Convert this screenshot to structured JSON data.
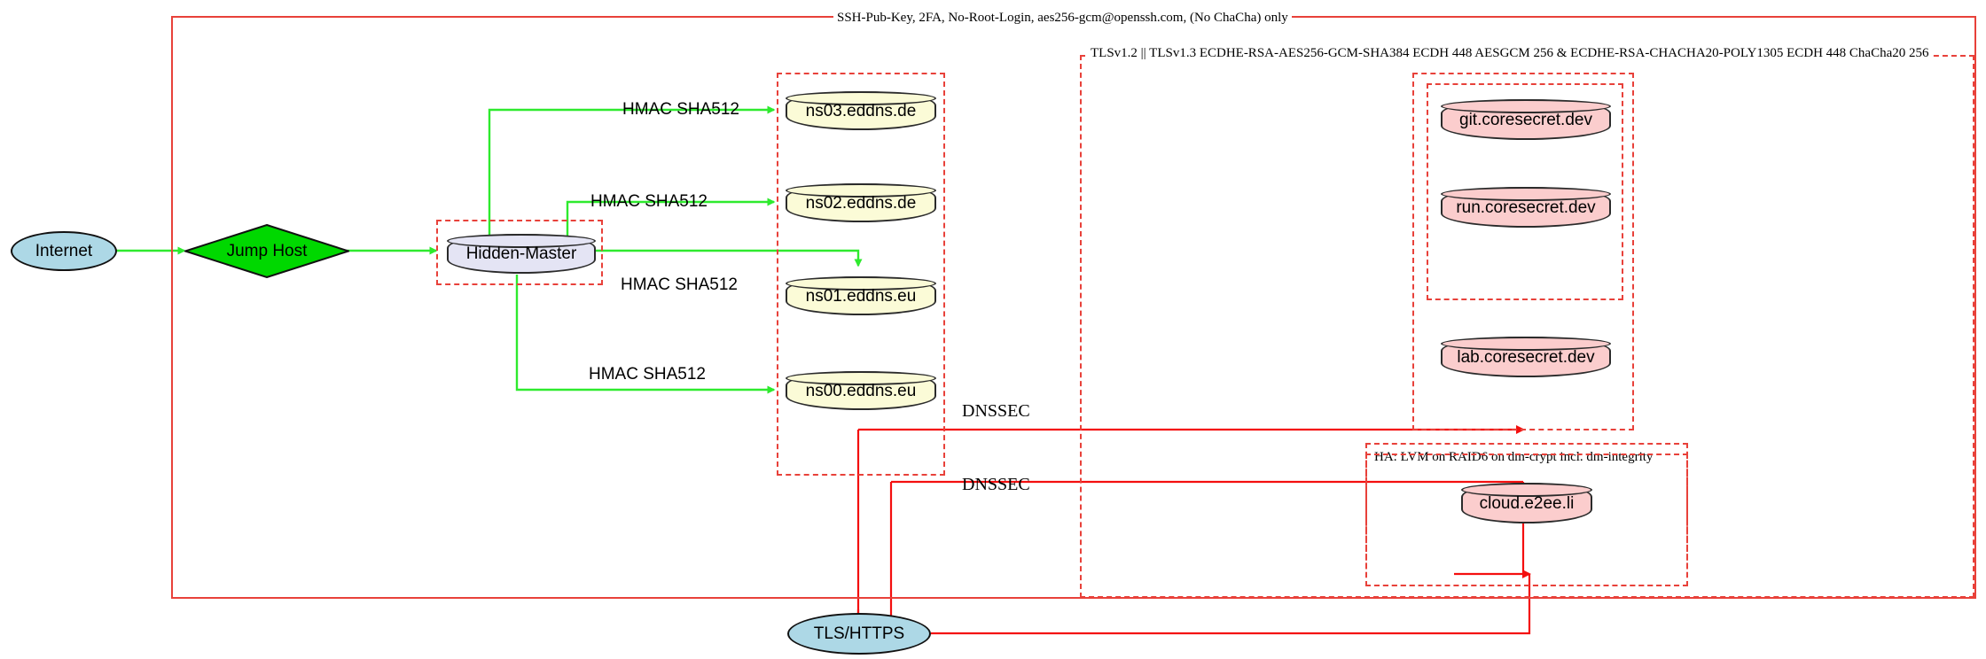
{
  "diagram": {
    "title_label": "SSH-Pub-Key, 2FA, No-Root-Login, aes256-gcm@openssh.com, (No ChaCha) only",
    "colors": {
      "cluster_border": "#e8413a",
      "hmac_edge": "#2eea2e",
      "dnssec_edge": "#f40f0f",
      "internet_fill": "#add8e6",
      "jumphost_fill": "#00d800",
      "dns_fill": "#fbfbd7",
      "service_fill": "#fbcdcd",
      "master_fill": "#e4e4f4"
    }
  },
  "clusters": {
    "ssh": {
      "label": "SSH-Pub-Key, 2FA, No-Root-Login, aes256-gcm@openssh.com, (No ChaCha) only"
    },
    "tls": {
      "label": "TLSv1.2 || TLSv1.3 ECDHE-RSA-AES256-GCM-SHA384 ECDH 448 AESGCM 256 & ECDHE-RSA-CHACHA20-POLY1305 ECDH 448 ChaCha20 256"
    },
    "ha": {
      "label": "HA: LVM on RAID6 on dm-crypt incl. dm-integrity"
    },
    "hidden_master": {
      "label": ""
    },
    "dns_zone": {
      "label": ""
    },
    "coresecret": {
      "label": ""
    },
    "coresecret_inner": {
      "label": ""
    },
    "cloud_zone": {
      "label": ""
    }
  },
  "nodes": {
    "internet": {
      "label": "Internet",
      "shape": "ellipse"
    },
    "jump_host": {
      "label": "Jump Host",
      "shape": "diamond"
    },
    "hidden_master": {
      "label": "Hidden-Master",
      "shape": "cylinder"
    },
    "ns03": {
      "label": "ns03.eddns.de",
      "shape": "cylinder"
    },
    "ns02": {
      "label": "ns02.eddns.de",
      "shape": "cylinder"
    },
    "ns01": {
      "label": "ns01.eddns.eu",
      "shape": "cylinder"
    },
    "ns00": {
      "label": "ns00.eddns.eu",
      "shape": "cylinder"
    },
    "git": {
      "label": "git.coresecret.dev",
      "shape": "cylinder"
    },
    "run": {
      "label": "run.coresecret.dev",
      "shape": "cylinder"
    },
    "lab": {
      "label": "lab.coresecret.dev",
      "shape": "cylinder"
    },
    "cloud": {
      "label": "cloud.e2ee.li",
      "shape": "cylinder"
    },
    "tls_https": {
      "label": "TLS/HTTPS",
      "shape": "ellipse"
    }
  },
  "edge_labels": {
    "hmac_ns03": "HMAC SHA512",
    "hmac_ns02": "HMAC SHA512",
    "hmac_ns01": "HMAC SHA512",
    "hmac_ns00": "HMAC SHA512",
    "dnssec_upper": "DNSSEC",
    "dnssec_lower": "DNSSEC"
  }
}
